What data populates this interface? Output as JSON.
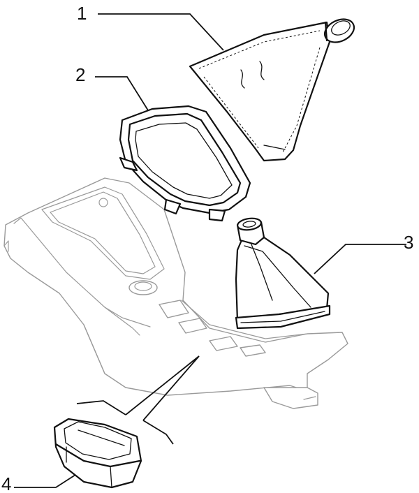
{
  "callouts": {
    "c1": "1",
    "c2": "2",
    "c3": "3",
    "c4": "4"
  },
  "colors": {
    "ink": "#111111",
    "ghost_outline": "#9a9a9a",
    "background": "#ffffff"
  }
}
